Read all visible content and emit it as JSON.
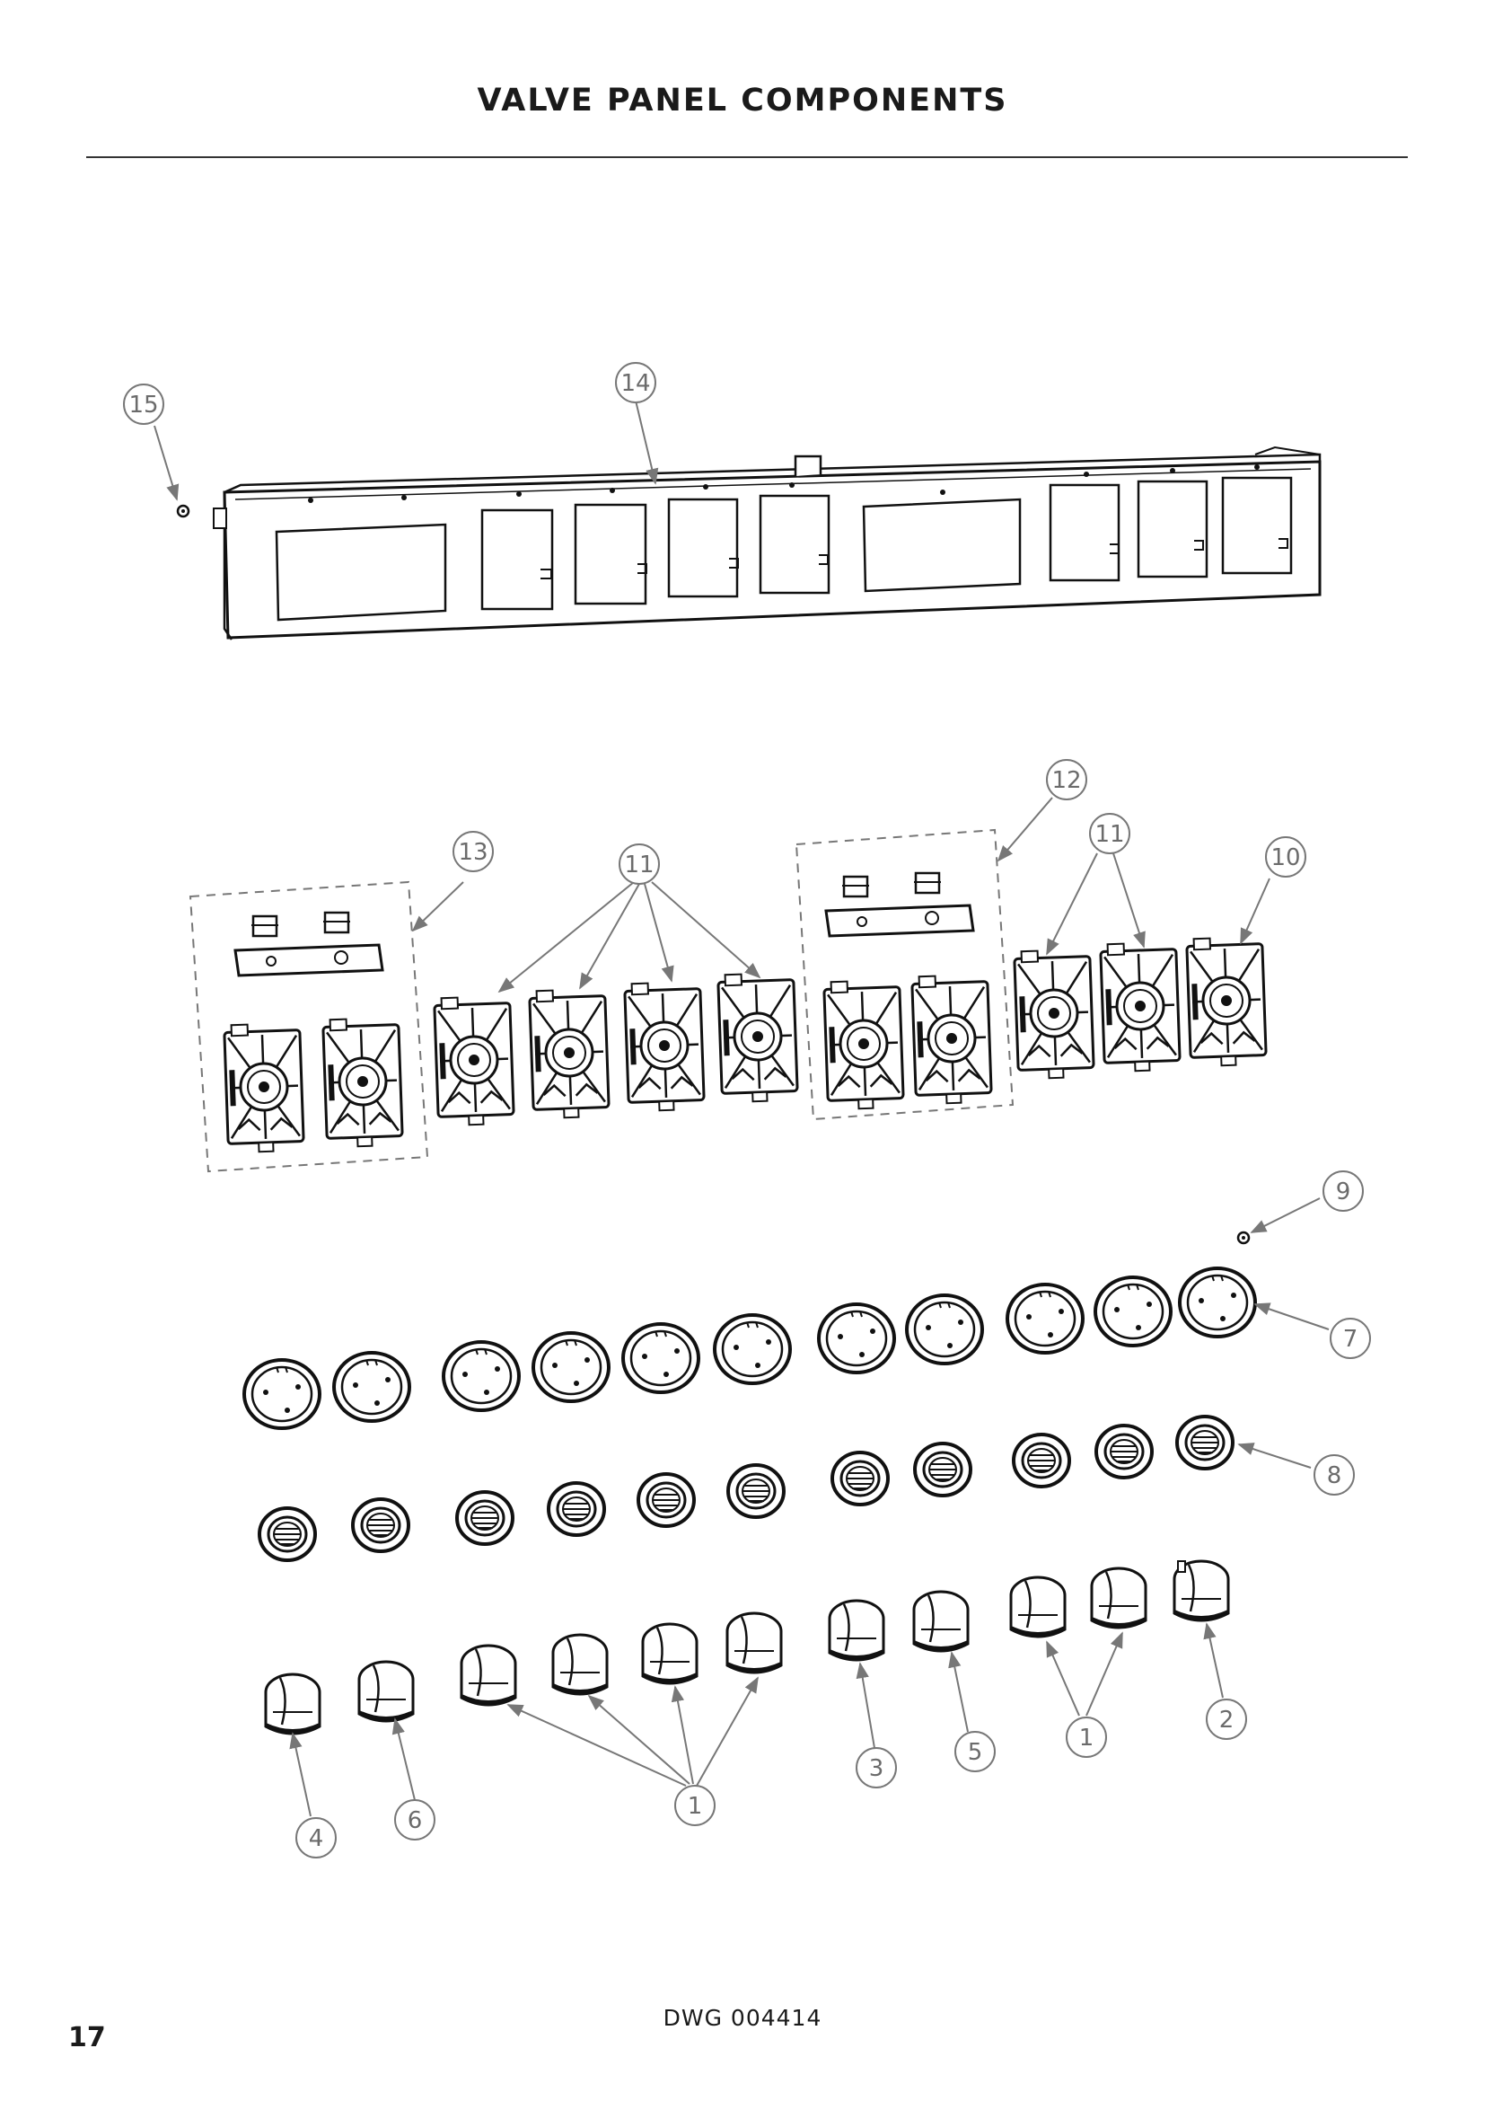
{
  "title": "VALVE PANEL COMPONENTS",
  "drawing_number": "DWG 004414",
  "page_number": "17",
  "callouts": [
    {
      "label": "15"
    },
    {
      "label": "14"
    },
    {
      "label": "13"
    },
    {
      "label": "11"
    },
    {
      "label": "12"
    },
    {
      "label": "11"
    },
    {
      "label": "10"
    },
    {
      "label": "9"
    },
    {
      "label": "7"
    },
    {
      "label": "8"
    },
    {
      "label": "4"
    },
    {
      "label": "6"
    },
    {
      "label": "1"
    },
    {
      "label": "3"
    },
    {
      "label": "5"
    },
    {
      "label": "1"
    },
    {
      "label": "2"
    }
  ]
}
